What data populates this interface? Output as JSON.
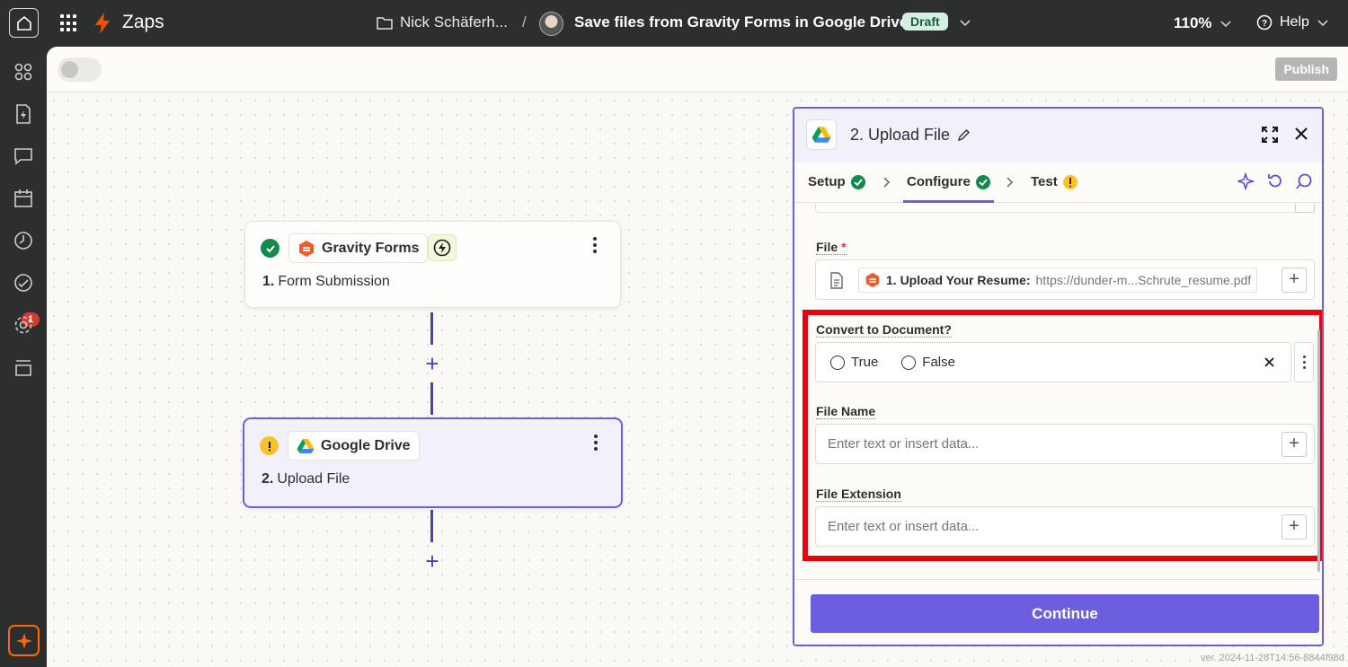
{
  "topbar": {
    "app_name": "Zaps",
    "breadcrumb_folder": "Nick Schäferh...",
    "breadcrumb_sep": "/",
    "zap_title": "Save files from Gravity Forms in Google Drive",
    "status_badge": "Draft",
    "zoom": "110%",
    "help": "Help"
  },
  "sidebar": {
    "notification_count": "1"
  },
  "toolbar": {
    "publish_label": "Publish"
  },
  "canvas": {
    "steps": [
      {
        "status": "success",
        "app": "Gravity Forms",
        "number": "1.",
        "title": "Form Submission"
      },
      {
        "status": "warning",
        "app": "Google Drive",
        "number": "2.",
        "title": "Upload File"
      }
    ]
  },
  "panel": {
    "title": "2. Upload File",
    "tabs": [
      {
        "label": "Setup",
        "state": "complete"
      },
      {
        "label": "Configure",
        "state": "complete"
      },
      {
        "label": "Test",
        "state": "warning"
      }
    ],
    "fields": {
      "file_label": "File",
      "file_required": "*",
      "file_chip_label": "1. Upload Your Resume:",
      "file_chip_value": "https://dunder-m...Schrute_resume.pdf",
      "convert_label": "Convert to Document?",
      "convert_options": [
        "True",
        "False"
      ],
      "file_name_label": "File Name",
      "file_name_placeholder": "Enter text or insert data...",
      "file_ext_label": "File Extension",
      "file_ext_placeholder": "Enter text or insert data..."
    },
    "continue_label": "Continue"
  },
  "footer": {
    "version": "ver. 2024-11-28T14:56-8844f98d"
  },
  "colors": {
    "accent": "#6b5fe0",
    "highlight": "#e8000e",
    "success": "#128a4c",
    "warning": "#f7c22a"
  }
}
